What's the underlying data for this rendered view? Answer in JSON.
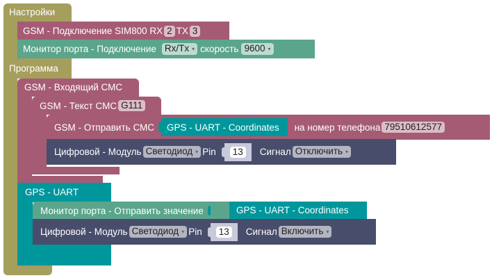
{
  "setup": {
    "title": "Настройки",
    "gsm_connect": {
      "label": "GSM - Подключение SIM800 RX",
      "rx": "2",
      "tx_label": "TX",
      "tx": "3"
    },
    "serial_connect": {
      "label": "Монитор порта - Подключение",
      "port": "Rx/Tx",
      "speed_label": "скорость",
      "speed": "9600"
    }
  },
  "program": {
    "title": "Программа",
    "incoming_sms": {
      "label": "GSM - Входящий СМС",
      "sms_text": {
        "label": "GSM - Текст СМС",
        "value": "G111",
        "send_sms": {
          "label": "GSM - Отправить СМС",
          "value_block": "GPS - UART - Coordinates",
          "phone_label": "на номер телефона",
          "phone": "79510612577"
        },
        "digital": {
          "label": "Цифровой - Модуль",
          "module": "Светодиод",
          "pin_label": "Pin",
          "pin": "13",
          "signal_label": "Сигнал",
          "signal": "Отключить"
        }
      }
    },
    "gps_uart": {
      "label": "GPS - UART",
      "serial_send": {
        "label": "Монитор порта - Отправить значение",
        "value_block": "GPS - UART - Coordinates"
      },
      "digital": {
        "label": "Цифровой - Модуль",
        "module": "Светодиод",
        "pin_label": "Pin",
        "pin": "13",
        "signal_label": "Сигнал",
        "signal": "Включить"
      }
    }
  },
  "icons": {
    "dropdown": "▾"
  },
  "colors": {
    "setup": "#a59e5c",
    "gsm": "#a55b73",
    "serial": "#5ba58c",
    "gps": "#00979c",
    "digital": "#484d6b"
  }
}
